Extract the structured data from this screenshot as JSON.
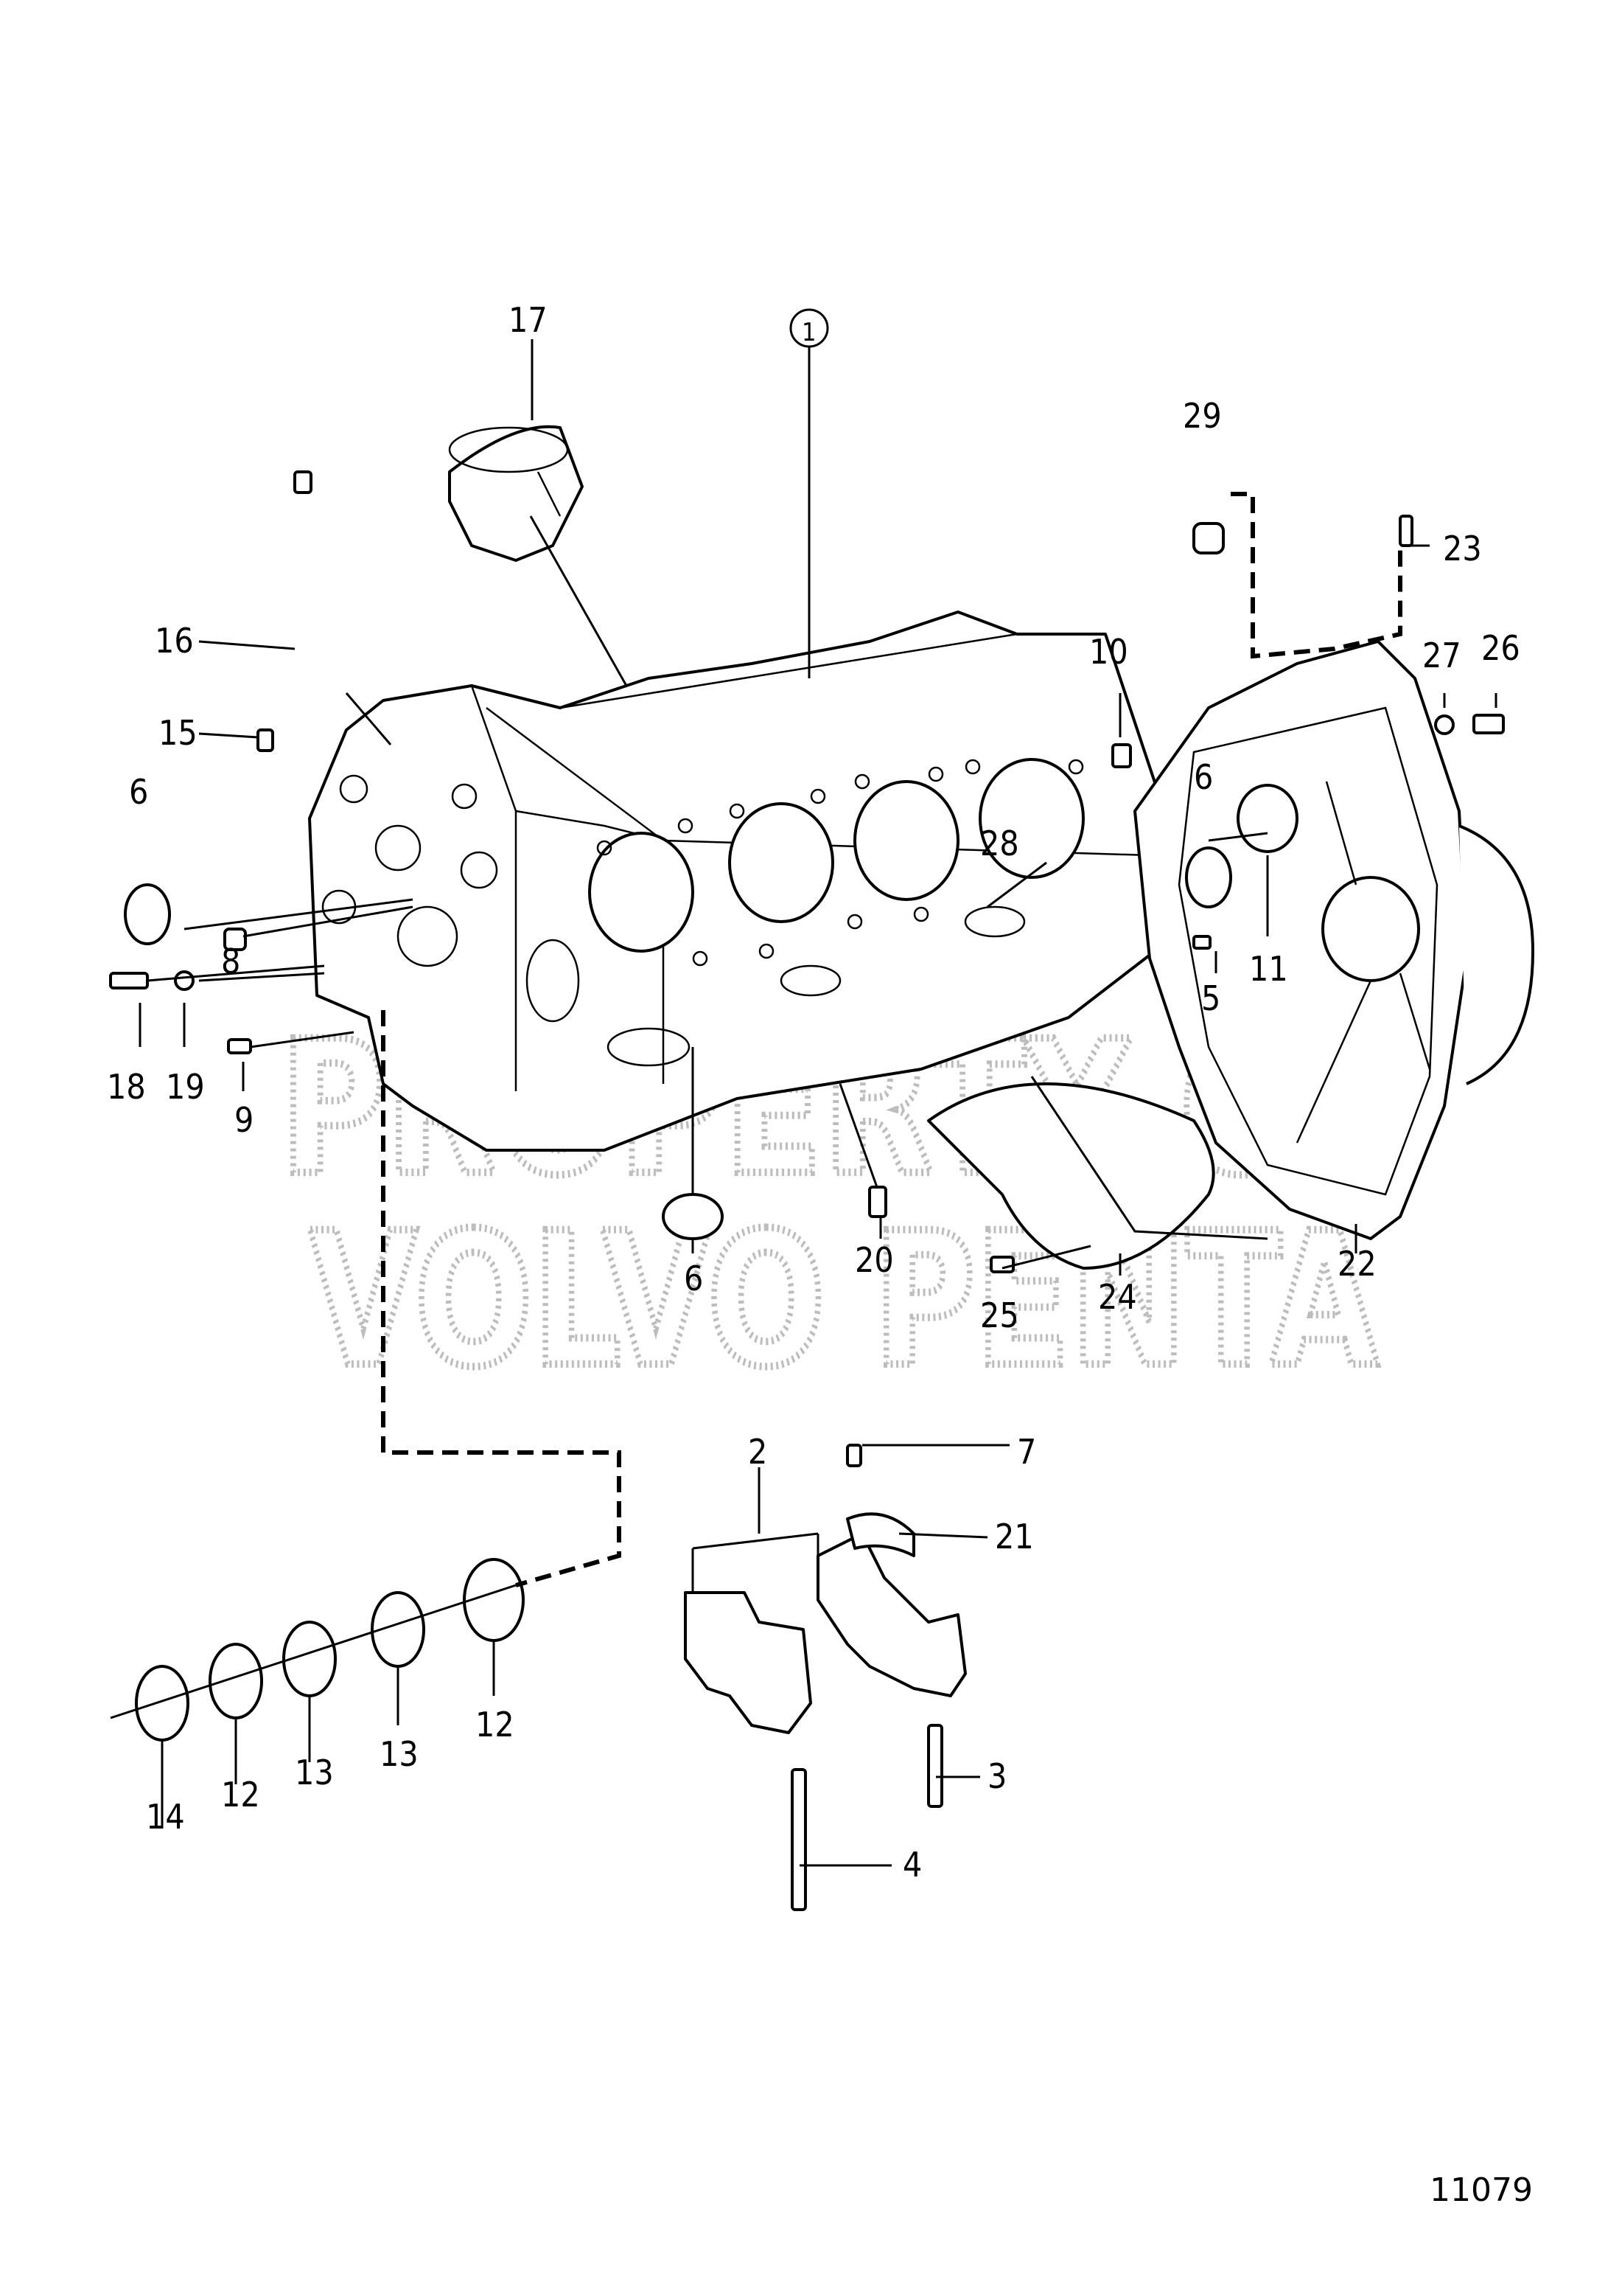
{
  "watermark": {
    "line1": "PROPERTY OF",
    "line2": "VOLVO PENTA"
  },
  "document_number": "11079",
  "callouts": {
    "c1": "1",
    "c2": "2",
    "c3": "3",
    "c4": "4",
    "c5": "5",
    "c6a": "6",
    "c6b": "6",
    "c6c": "6",
    "c7": "7",
    "c8": "8",
    "c9": "9",
    "c10": "10",
    "c11": "11",
    "c12a": "12",
    "c12b": "12",
    "c13a": "13",
    "c13b": "13",
    "c14": "14",
    "c15": "15",
    "c16": "16",
    "c17": "17",
    "c18": "18",
    "c19": "19",
    "c20": "20",
    "c21": "21",
    "c22": "22",
    "c23": "23",
    "c24": "24",
    "c25": "25",
    "c26": "26",
    "c27": "27",
    "c28": "28",
    "c29": "29"
  }
}
